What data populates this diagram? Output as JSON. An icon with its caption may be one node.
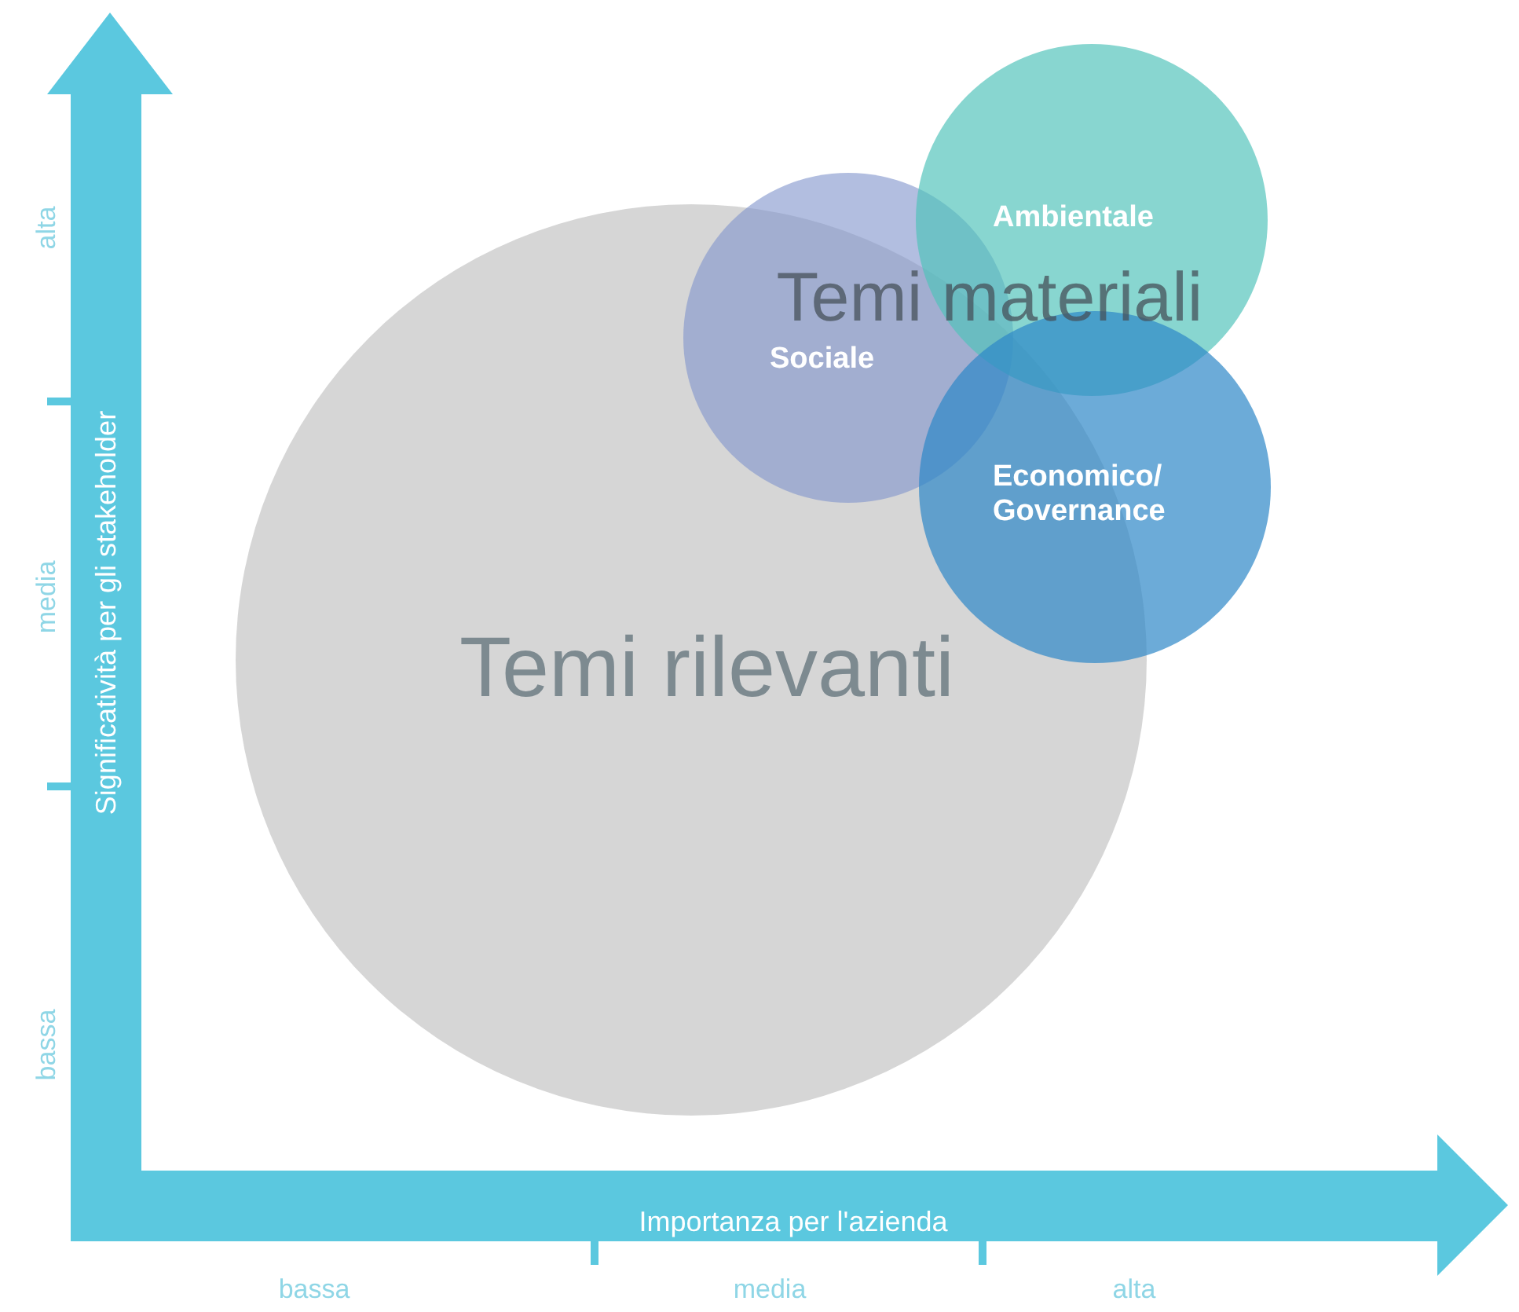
{
  "diagram": {
    "nodes": [
      {
        "text": [
          "Temi rilevanti"
        ]
      },
      {
        "text": [
          "Sociale"
        ]
      },
      {
        "text": [
          "Ambientale"
        ]
      },
      {
        "text": [
          "Economico/ Governance"
        ]
      }
    ],
    "labels": [
      "alta",
      "media",
      "bassa",
      "Significatività per gli stakeholder",
      "Temi materiali",
      "Importanza per l'azienda",
      "bassa",
      "media",
      "alta"
    ]
  }
}
